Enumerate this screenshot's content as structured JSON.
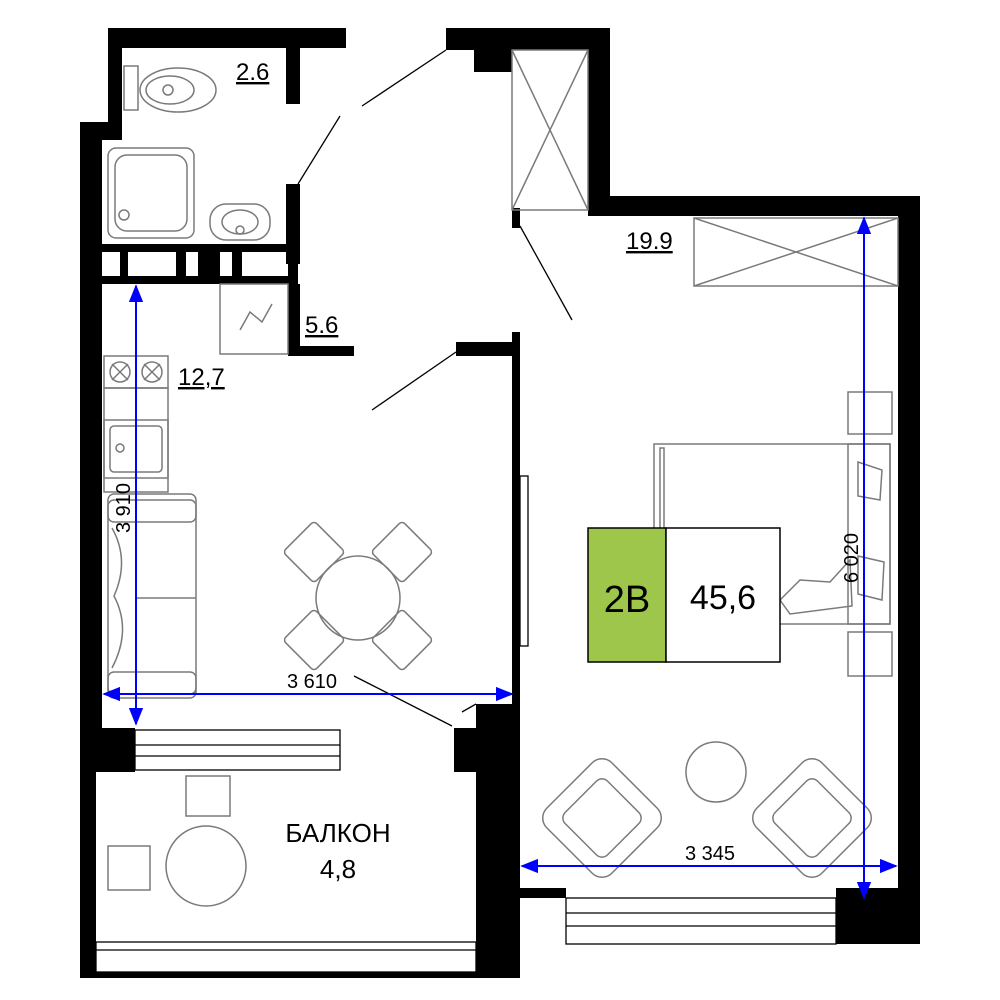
{
  "unit": {
    "code": "2B",
    "total_area": "45,6",
    "code_bg": "#9dc64a"
  },
  "rooms": {
    "wc_area": "2.6",
    "hall_area": "5.6",
    "kitchen_area": "12,7",
    "bedroom_area": "19.9",
    "balcony_label": "БАЛКОН",
    "balcony_area": "4,8"
  },
  "dimensions": {
    "kitchen_width": "3 610",
    "kitchen_depth": "3 910",
    "bedroom_width": "3 345",
    "bedroom_depth": "6 020",
    "line_color": "#0000ff"
  }
}
